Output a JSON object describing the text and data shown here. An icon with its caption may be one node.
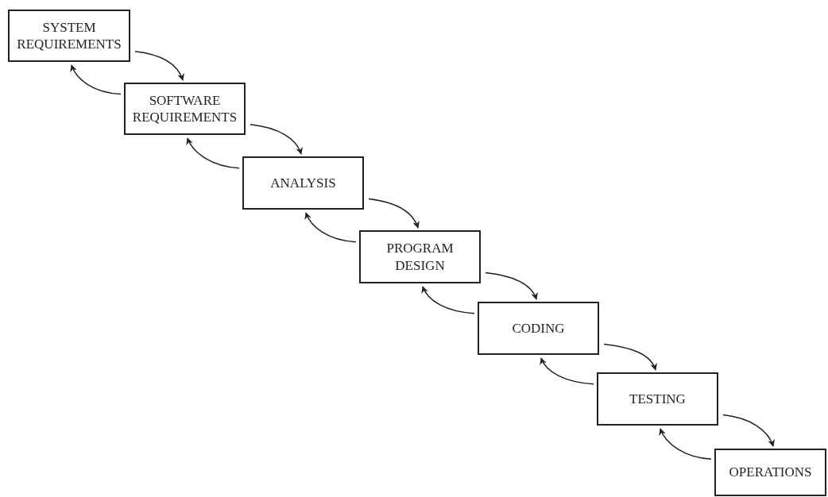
{
  "diagram": {
    "nodes": [
      {
        "text": [
          "SYSTEM REQUIREMENTS"
        ]
      },
      {
        "text": [
          "SOFTWARE REQUIREMENTS"
        ]
      },
      {
        "text": [
          "ANALYSIS"
        ]
      },
      {
        "text": [
          "PROGRAM DESIGN"
        ]
      },
      {
        "text": [
          "CODING"
        ]
      },
      {
        "text": [
          "TESTING"
        ]
      },
      {
        "text": [
          "OPERATIONS"
        ]
      }
    ],
    "edges": [
      {
        "from": 0,
        "to": 1,
        "arrow": "to"
      },
      {
        "from": 1,
        "to": 0,
        "arrow": "to"
      },
      {
        "from": 1,
        "to": 2,
        "arrow": "to"
      },
      {
        "from": 2,
        "to": 1,
        "arrow": "to"
      },
      {
        "from": 2,
        "to": 3,
        "arrow": "to"
      },
      {
        "from": 3,
        "to": 2,
        "arrow": "to"
      },
      {
        "from": 3,
        "to": 4,
        "arrow": "to"
      },
      {
        "from": 4,
        "to": 3,
        "arrow": "to"
      },
      {
        "from": 4,
        "to": 5,
        "arrow": "to"
      },
      {
        "from": 5,
        "to": 4,
        "arrow": "to"
      },
      {
        "from": 5,
        "to": 6,
        "arrow": "to"
      },
      {
        "from": 6,
        "to": 5,
        "arrow": "to"
      }
    ]
  }
}
